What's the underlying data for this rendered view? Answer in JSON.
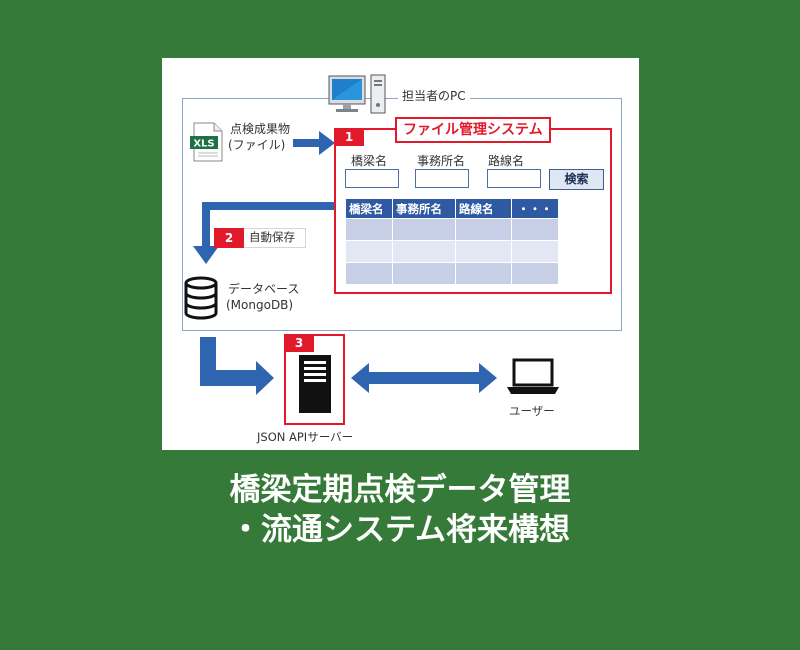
{
  "diagram": {
    "pc_label": "担当者のPC",
    "file_icon_text": "XLS",
    "inspection_files_label": [
      "点検成果物",
      "(ファイル)"
    ],
    "app": {
      "badge": "1",
      "title": "ファイル管理システム",
      "fields": [
        "橋梁名",
        "事務所名",
        "路線名"
      ],
      "search_button": "検索",
      "table_headers": [
        "橋梁名",
        "事務所名",
        "路線名",
        "・・・"
      ],
      "table_row_count": 4
    },
    "autosave": {
      "badge": "2",
      "label": "自動保存"
    },
    "database_label": [
      "データベース",
      "(MongoDB)"
    ],
    "server": {
      "badge": "3",
      "label": "JSON APIサーバー"
    },
    "user_label": "ユーザー",
    "colors": {
      "accent_red": "#e0192b",
      "arrow_blue": "#2e64b0",
      "table_header": "#2f5aa3",
      "background": "#357a38"
    }
  },
  "title": {
    "line1": "橋梁定期点検データ管理",
    "line2": "・流通システム将来構想"
  }
}
